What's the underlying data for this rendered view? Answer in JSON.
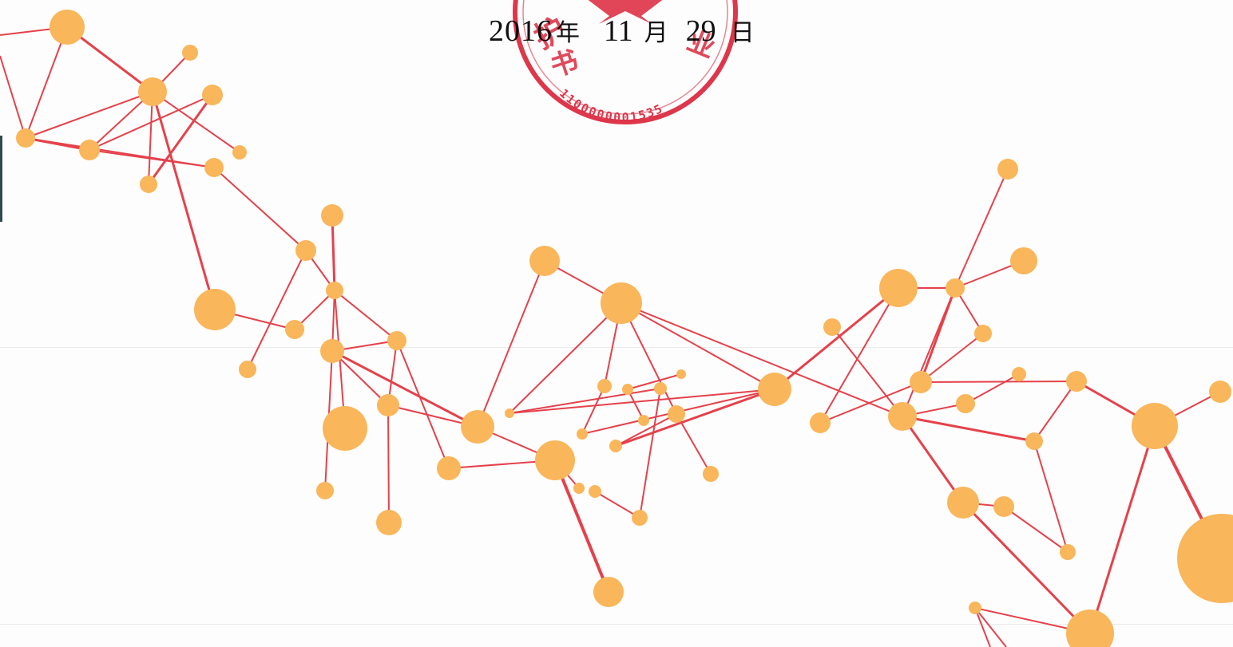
{
  "date": {
    "year": "2016",
    "year_char": "年",
    "month": "11",
    "month_char": "月",
    "day": "29",
    "day_char": "日"
  },
  "seal": {
    "code": "1100000001535",
    "arc_text": "护书业",
    "color": "#e0364a"
  },
  "colors": {
    "node": "#f9b65b",
    "edge": "#e5414b"
  }
}
